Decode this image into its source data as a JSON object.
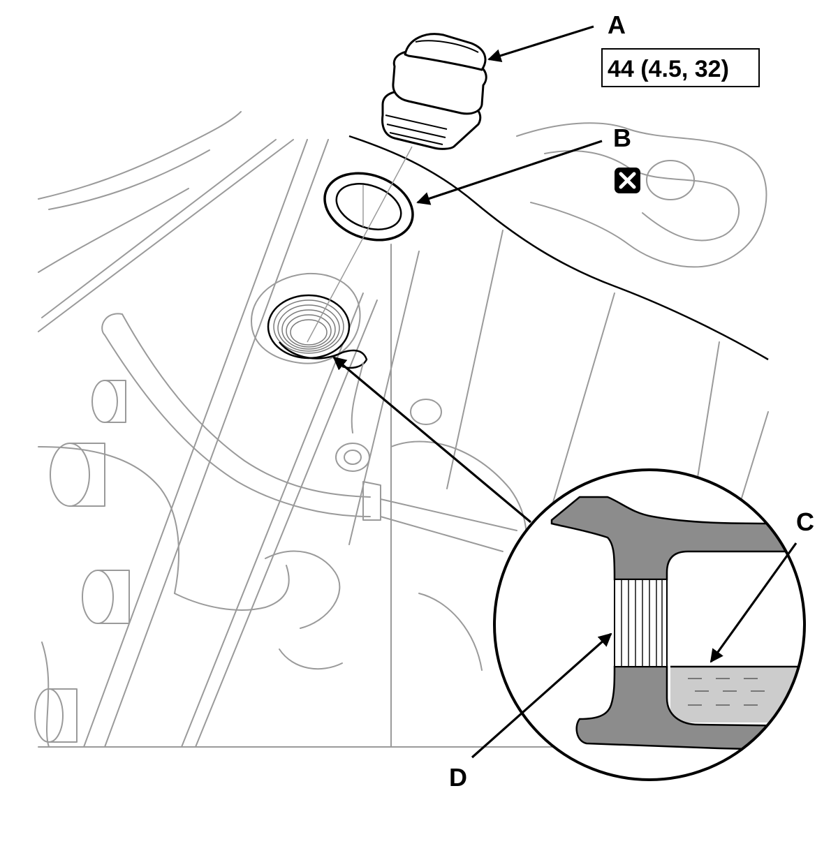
{
  "callouts": {
    "a": {
      "letter": "A",
      "torque_spec": "44 (4.5, 32)"
    },
    "b": {
      "letter": "B",
      "replace_symbol": "replace-part-icon"
    },
    "c": {
      "letter": "C"
    },
    "d": {
      "letter": "D"
    }
  },
  "colors": {
    "line_art": "#9a9a9a",
    "outline": "#000000",
    "section_fill": "#8c8c8c",
    "fluid_fill": "#cccccc"
  }
}
